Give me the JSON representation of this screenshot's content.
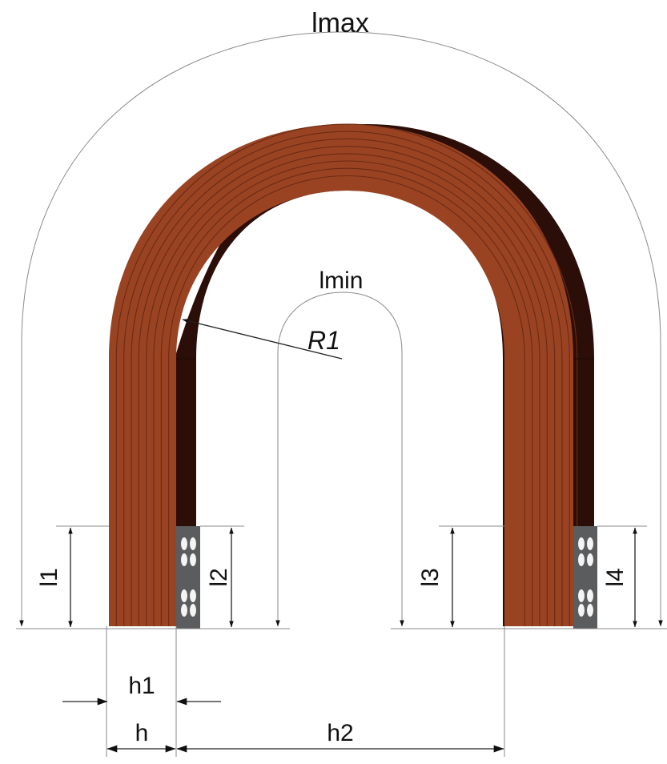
{
  "labels": {
    "lmax": "lmax",
    "lmin": "lmin",
    "r1": "R1",
    "l1": "l1",
    "l2": "l2",
    "l3": "l3",
    "l4": "l4",
    "h1": "h1",
    "h": "h",
    "h2": "h2"
  },
  "colors": {
    "copper_front": "#9a4323",
    "copper_side": "#2c0e08",
    "copper_line": "#6a2a14",
    "terminal": "#5a5c5e",
    "dimension_line": "#8a8a8a",
    "arrow": "#111111"
  }
}
